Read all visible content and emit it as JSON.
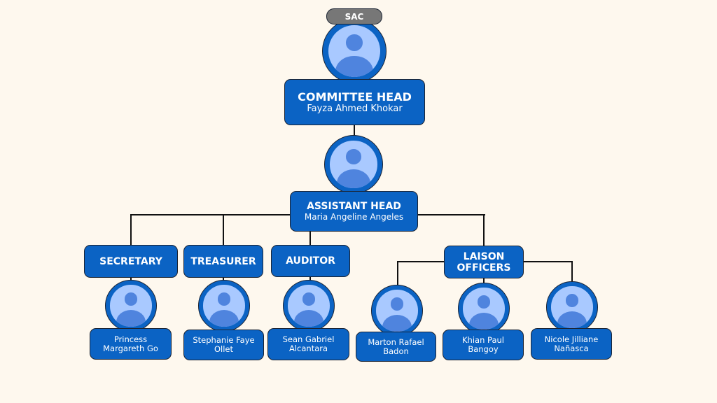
{
  "badge": "SAC",
  "committee_head": {
    "title": "COMMITTEE HEAD",
    "name": "Fayza Ahmed Khokar"
  },
  "assistant_head": {
    "title": "ASSISTANT HEAD",
    "name": "Maria Angeline Angeles"
  },
  "roles": {
    "secretary": "SECRETARY",
    "treasurer": "TREASURER",
    "auditor": "AUDITOR",
    "laison": "LAISON OFFICERS"
  },
  "members": {
    "secretary": "Princess Margareth Go",
    "treasurer": "Stephanie Faye Ollet",
    "auditor": "Sean Gabriel Alcantara",
    "laison": [
      "Marton Rafael Badon",
      "Khian Paul Bangoy",
      "Nicole Jilliane Nañasca"
    ]
  },
  "colors": {
    "box": "#0b63c4",
    "avatar_inner": "#a9c9ff",
    "silhouette": "#4f84de",
    "background": "#fef8ee",
    "badge": "#777777"
  }
}
